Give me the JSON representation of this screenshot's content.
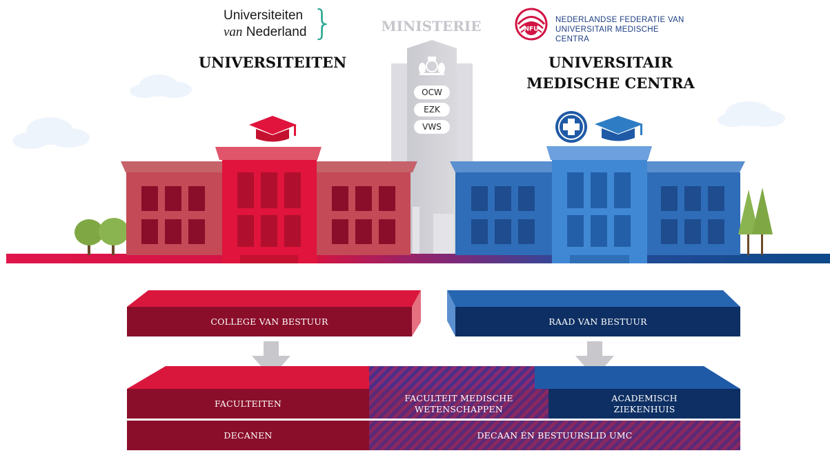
{
  "logos": {
    "uvn": {
      "line1": "Universiteiten",
      "line2_italic": "van",
      "line2_rest": " Nederland",
      "brace_color": "#20a48c"
    },
    "nfu": {
      "badge": "NFU",
      "line1": "NEDERLANDSE FEDERATIE VAN",
      "line2": "UNIVERSITAIR MEDISCHE CENTRA",
      "color": "#1c3d85"
    }
  },
  "headings": {
    "left": "UNIVERSITEITEN",
    "center": "MINISTERIE",
    "right_line1": "UNIVERSITAIR",
    "right_line2": "MEDISCHE CENTRA"
  },
  "ministries": [
    "OCW",
    "EZK",
    "VWS"
  ],
  "org": {
    "left_board": "COLLEGE VAN BESTUUR",
    "right_board": "RAAD VAN BESTUUR",
    "row1": {
      "left": "FACULTEITEN",
      "middle_line1": "FACULTEIT MEDISCHE",
      "middle_line2": "WETENSCHAPPEN",
      "right_line1": "ACADEMISCH",
      "right_line2": "ZIEKENHUIS"
    },
    "row2": {
      "left": "DECANEN",
      "right": "DECAAN ÉN BESTUURSLID UMC"
    }
  },
  "icons": [
    "graduation-cap-icon",
    "medical-cross-icon",
    "royal-crest-icon",
    "tree-icon",
    "cloud-icon",
    "down-arrow-icon"
  ],
  "colors": {
    "red": "#c8102e",
    "dark_red": "#8a0e2a",
    "blue": "#1f5aa6",
    "dark_blue": "#0e2f63",
    "light_blue": "#2e7dc4",
    "grey": "#d2d2d8",
    "tree_green": "#7fa845"
  }
}
